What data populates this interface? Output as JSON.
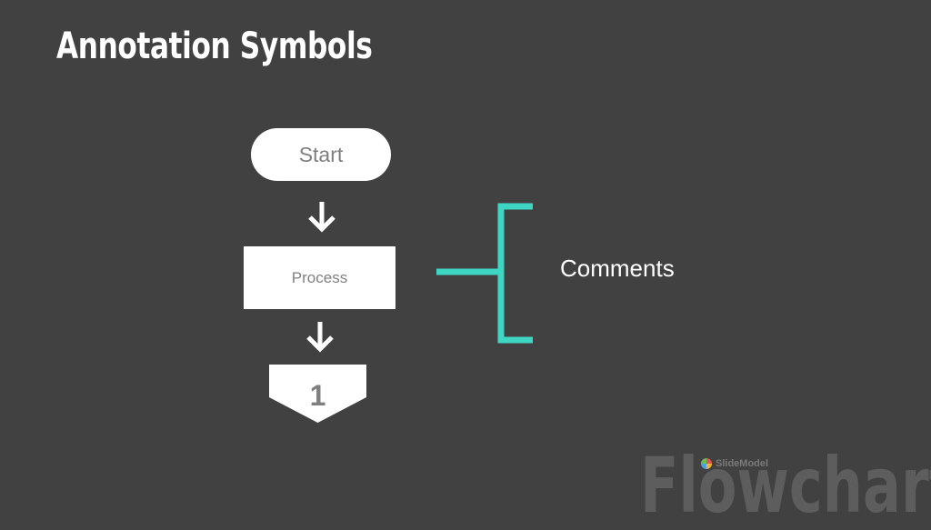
{
  "slide": {
    "title": "Annotation Symbols",
    "watermark": "Flowchart",
    "brand": "SlideModel"
  },
  "flowchart": {
    "start_label": "Start",
    "process_label": "Process",
    "connector_label": "1",
    "annotation_label": "Comments"
  },
  "colors": {
    "background": "#414141",
    "shape_fill": "#ffffff",
    "annotation_accent": "#3ed6c3"
  },
  "icons": {
    "arrow": "arrow-down-icon",
    "brand_logo": "slidemodel-logo-icon"
  }
}
